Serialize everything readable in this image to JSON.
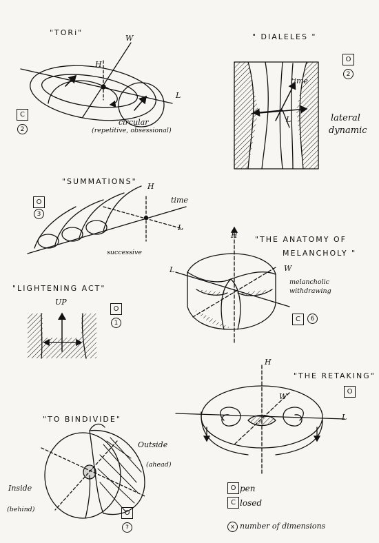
{
  "sketches": {
    "tori": {
      "title": "\"TORi\"",
      "axis_h": "H",
      "axis_w": "W",
      "axis_l": "L",
      "badge": "C",
      "count": "2",
      "caption1": "circular",
      "caption2": "(repetitive, obsessional)"
    },
    "dialeles": {
      "title": "\" DIALELES \"",
      "axis_time": "time",
      "axis_l": "L",
      "badge": "O",
      "count": "2",
      "caption1": "lateral",
      "caption2": "dynamic"
    },
    "summations": {
      "title": "\"SUMMATIONS\"",
      "axis_h": "H",
      "axis_time": "time",
      "axis_l": "L",
      "badge": "O",
      "count": "3",
      "caption": "successive"
    },
    "anatomy": {
      "title_line1": "\"THE ANATOMY OF",
      "title_line2": "MELANCHOLY \"",
      "axis_h": "H",
      "axis_w": "W",
      "axis_l": "L",
      "caption1": "melancholic",
      "caption2": "withdrawing",
      "badge": "C",
      "count": "6"
    },
    "lightening": {
      "title": "\"LIGHTENING ACT\"",
      "axis_up": "UP",
      "badge": "O",
      "count": "1"
    },
    "retaking": {
      "title": "\"THE RETAKING\"",
      "axis_h": "H",
      "axis_w": "W",
      "axis_l": "L",
      "badge": "O"
    },
    "bindivide": {
      "title": "\"TO BINDIVIDE\"",
      "outside1": "Outside",
      "outside2": "(ahead)",
      "inside1": "Inside",
      "inside2": "(behind)",
      "badge": "O",
      "count": "?"
    }
  },
  "legend": {
    "open_badge": "O",
    "open_label": "pen",
    "closed_badge": "C",
    "closed_label": "losed",
    "dim_symbol": "x",
    "dim_label": "number of dimensions"
  }
}
